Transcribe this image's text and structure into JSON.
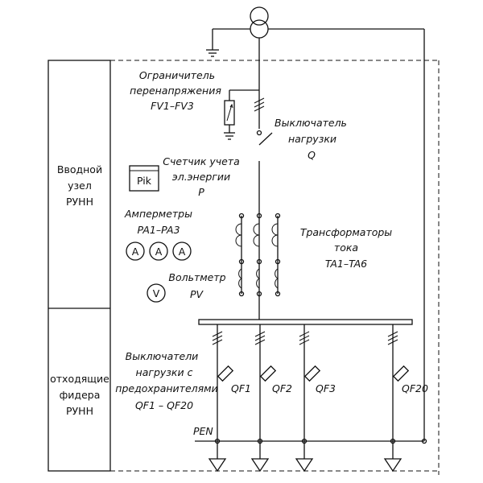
{
  "left_panel": {
    "top": [
      "Вводной",
      "узел",
      "РУНН"
    ],
    "bottom": [
      "отходящие",
      "фидера",
      "РУНН"
    ]
  },
  "labels": {
    "surge": [
      "Ограничитель",
      "перенапряжения",
      "FV1–FV3"
    ],
    "switch": [
      "Выключатель",
      "нагрузки",
      "Q"
    ],
    "meter": [
      "Счетчик учета",
      "эл.энергии",
      "P"
    ],
    "meter_box": "Pik",
    "ammeters": [
      "Амперметры",
      "PA1–PA3"
    ],
    "ammeter_symbol": "A",
    "voltmeter": [
      "Вольтметр",
      "PV"
    ],
    "voltmeter_symbol": "V",
    "ct": [
      "Трансформаторы",
      "тока",
      "TA1–TA6"
    ],
    "feeder_switches": [
      "Выключатели",
      "нагрузки с",
      "предохранителями",
      "QF1 – QF20"
    ],
    "pen": "PEN"
  },
  "feeders": [
    "QF1",
    "QF2",
    "QF3",
    "QF20"
  ]
}
